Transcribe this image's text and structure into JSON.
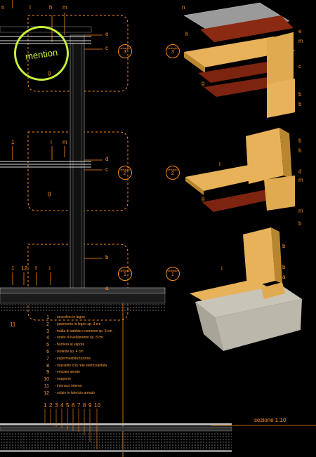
{
  "callout": "mention",
  "section_title": "sezione 1:10",
  "detail_word": "dettaglio",
  "details": [
    "3",
    "2",
    "1"
  ],
  "letters": {
    "n": "n",
    "h": "h",
    "m": "m",
    "e": "e",
    "c": "c",
    "g": "g",
    "l": "l",
    "d": "d",
    "b": "b",
    "i": "i",
    "f": "f",
    "a": "a"
  },
  "numbers": {
    "n1": "1",
    "n11": "11",
    "n12": "12"
  },
  "legend": [
    {
      "num": "1",
      "text": "- zoccolino in legno"
    },
    {
      "num": "2",
      "text": "- pavimento in legno sp. 3 cm"
    },
    {
      "num": "3",
      "text": "- malta di sabbia e cemento sp. 3 cm"
    },
    {
      "num": "4",
      "text": "- strato di livellamento sp. 8 cm"
    },
    {
      "num": "5",
      "text": "- barriera al vapore"
    },
    {
      "num": "6",
      "text": "- isolante sp. 4 cm"
    },
    {
      "num": "7",
      "text": "- impermeabilizzazione"
    },
    {
      "num": "8",
      "text": "- massetto con rete elettrosaldata"
    },
    {
      "num": "9",
      "text": "- vespaio aerato"
    },
    {
      "num": "10",
      "text": "- magrone"
    },
    {
      "num": "11",
      "text": "- intonaco interno"
    },
    {
      "num": "12",
      "text": "- solaio in laterizio armato"
    }
  ],
  "bottom_numbers": [
    "1",
    "2",
    "3",
    "4",
    "5",
    "6",
    "7",
    "8",
    "9",
    "10"
  ],
  "colors": {
    "accent": "#ff8c1a",
    "callout": "#c8f03a",
    "wood": "#e8b25a",
    "beam": "#8a2a12"
  }
}
